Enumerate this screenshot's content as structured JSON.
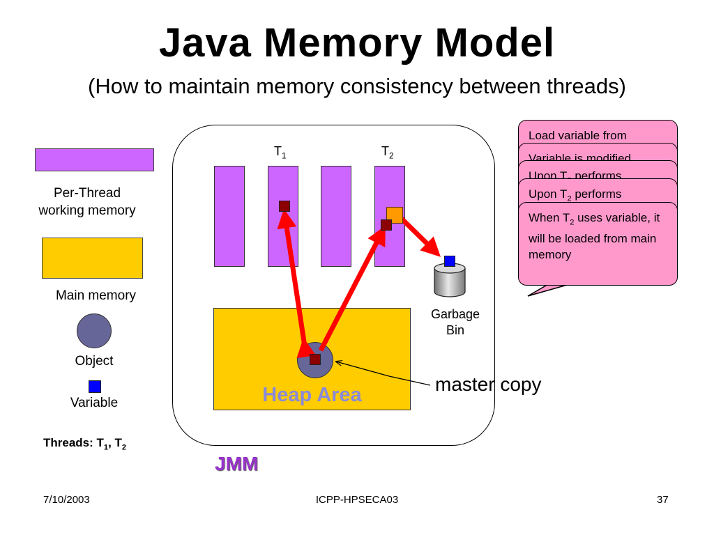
{
  "title": "Java Memory Model",
  "subtitle": "(How to maintain memory consistency between threads)",
  "legend": {
    "per_thread_line1": "Per-Thread",
    "per_thread_line2": "working memory",
    "main_memory": "Main memory",
    "object": "Object",
    "variable": "Variable",
    "threads_label": "Threads: T",
    "threads_sep": ", T",
    "t1_sub": "1",
    "t2_sub": "2"
  },
  "diagram": {
    "t1_label": "T",
    "t1_sub": "1",
    "t2_label": "T",
    "t2_sub": "2",
    "heap_label": "Heap Area",
    "garbage_line1": "Garbage",
    "garbage_line2": "Bin",
    "master_copy": "master copy",
    "jmm": "JMM"
  },
  "bubbles": [
    {
      "text": "Load variable from"
    },
    {
      "text": "Variable is modified"
    },
    {
      "text": "Upon T",
      "sub": "2",
      "rest": " performs"
    },
    {
      "text": "Upon T",
      "sub": "2",
      "rest": " performs"
    },
    {
      "text": "When T",
      "sub": "2",
      "rest": " uses variable, it will be loaded from main memory"
    }
  ],
  "footer": {
    "date": "7/10/2003",
    "center": "ICPP-HPSECA03",
    "page": "37"
  },
  "colors": {
    "thread_memory": "#cc66ff",
    "main_memory": "#ffcc00",
    "object": "#666699",
    "variable": "#0000ff",
    "arrow": "#ff0000",
    "bubble": "#ff99cc",
    "jmm": "#9933cc"
  }
}
